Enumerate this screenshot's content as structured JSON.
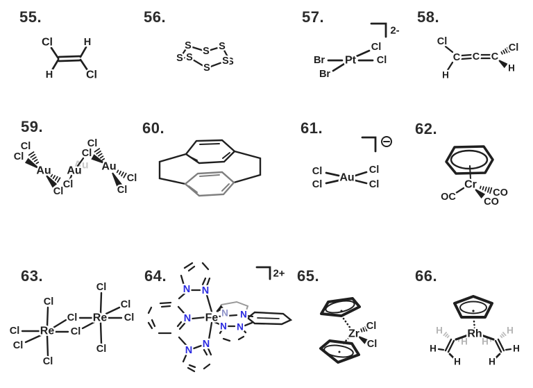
{
  "background": "#ffffff",
  "colors": {
    "ink": "#1f1f1f",
    "number_label": "#2b2b2b",
    "gray_ring": "#7e7e7e",
    "ghost_atom": "#c9c9c9",
    "gray_hydrogen": "#b5b5b5",
    "nitrogen_blue": "#2b2be0",
    "nitrogen_gray_blue": "#8f93c9"
  },
  "cells": [
    {
      "number": "55.",
      "labels": {
        "cl": "Cl",
        "h": "H"
      }
    },
    {
      "number": "56.",
      "labels": {
        "s": "S"
      }
    },
    {
      "number": "57.",
      "charge": "2-",
      "labels": {
        "pt": "Pt",
        "br": "Br",
        "cl": "Cl"
      }
    },
    {
      "number": "58.",
      "labels": {
        "c": "C",
        "cl": "Cl",
        "h": "H"
      }
    },
    {
      "number": "59.",
      "labels": {
        "au": "Au",
        "cl": "Cl"
      }
    },
    {
      "number": "60."
    },
    {
      "number": "61.",
      "charge_icon": "circled-minus",
      "labels": {
        "au": "Au",
        "cl": "Cl"
      }
    },
    {
      "number": "62.",
      "labels": {
        "cr": "Cr",
        "oc": "OC",
        "co": "CO"
      }
    },
    {
      "number": "63.",
      "labels": {
        "re": "Re",
        "cl": "Cl"
      }
    },
    {
      "number": "64.",
      "charge": "2+",
      "labels": {
        "fe": "Fe",
        "n": "N"
      }
    },
    {
      "number": "65.",
      "labels": {
        "zr": "Zr",
        "cl": "Cl"
      }
    },
    {
      "number": "66.",
      "labels": {
        "rh": "Rh",
        "h": "H"
      }
    }
  ]
}
